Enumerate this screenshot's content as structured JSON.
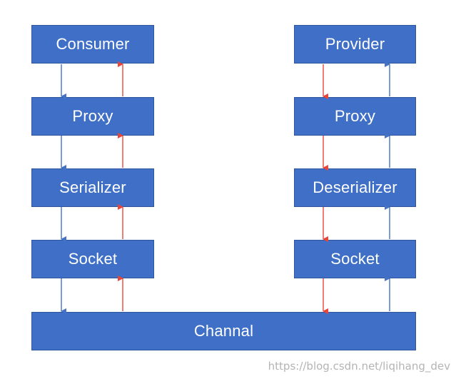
{
  "diagram": {
    "consumer_side": {
      "consumer": "Consumer",
      "proxy": "Proxy",
      "serializer": "Serializer",
      "socket": "Socket"
    },
    "provider_side": {
      "provider": "Provider",
      "proxy": "Proxy",
      "deserializer": "Deserializer",
      "socket": "Socket"
    },
    "channel": "Channal"
  },
  "colors": {
    "box_fill": "#3f6fc6",
    "request_arrow": "#4472c4",
    "response_arrow": "#e8463a"
  },
  "watermark": "https://blog.csdn.net/liqihang_dev"
}
